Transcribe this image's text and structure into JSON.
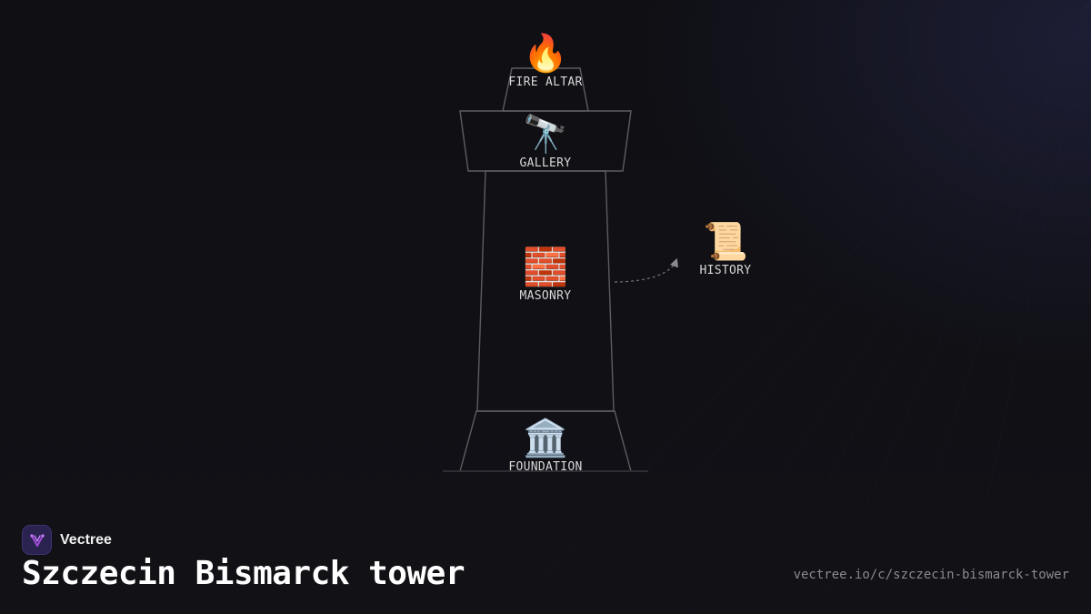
{
  "diagram": {
    "nodes": {
      "fire_altar": {
        "label": "FIRE ALTAR",
        "icon": "fire-icon",
        "glyph": "🔥"
      },
      "gallery": {
        "label": "GALLERY",
        "icon": "telescope-icon",
        "glyph": "🔭"
      },
      "masonry": {
        "label": "MASONRY",
        "icon": "brick-icon",
        "glyph": "🧱"
      },
      "foundation": {
        "label": "FOUNDATION",
        "icon": "classical-building-icon",
        "glyph": "🏛️"
      },
      "history": {
        "label": "HISTORY",
        "icon": "scroll-icon",
        "glyph": "📜"
      }
    },
    "edges": [
      {
        "from": "masonry",
        "to": "history",
        "style": "dashed-arrow"
      }
    ]
  },
  "footer": {
    "brand": "Vectree",
    "title": "Szczecin Bismarck tower",
    "url": "vectree.io/c/szczecin-bismarck-tower"
  },
  "colors": {
    "background": "#101015",
    "outline": "#5a5a60",
    "text": "#d8d8d8",
    "accent": "#a24bd6"
  }
}
